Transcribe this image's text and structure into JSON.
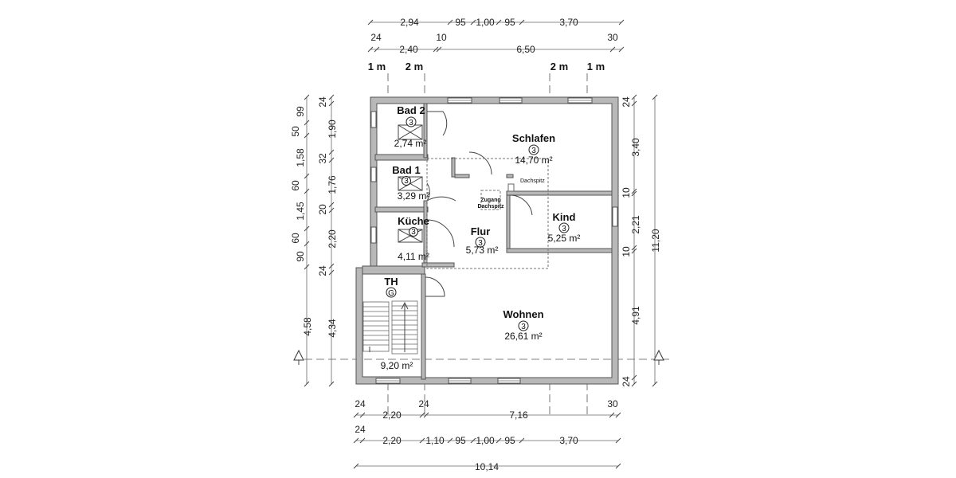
{
  "dims_top": {
    "row1": [
      "2,94",
      "95",
      "1,00",
      "95",
      "3,70"
    ],
    "row2a": [
      "24",
      "10",
      "30"
    ],
    "row2b": [
      "2,40",
      "6,50"
    ]
  },
  "dims_bottom": {
    "row1a": [
      "24",
      "24",
      "30"
    ],
    "row1b": [
      "2,20",
      "7,16"
    ],
    "row2a": [
      "24"
    ],
    "row2b": [
      "2,20",
      "1,10",
      "95",
      "1,00",
      "95",
      "3,70"
    ],
    "total": "10,14"
  },
  "dims_left": {
    "outer": [
      "99",
      "50",
      "1,58",
      "60",
      "1,45",
      "60",
      "90",
      "4,58"
    ],
    "inner": [
      "24",
      "1,90",
      "32",
      "1,76",
      "20",
      "2,20",
      "24",
      "4,34"
    ]
  },
  "dims_right": {
    "inner": [
      "24",
      "3,40",
      "10",
      "2,21",
      "10",
      "4,91",
      "24"
    ],
    "total": "11,20"
  },
  "axes": {
    "left1": "1 m",
    "left2": "2 m",
    "right1": "2 m",
    "right2": "1 m"
  },
  "rooms": [
    {
      "name": "Bad 2",
      "badge": "3",
      "area": "2,74 m²"
    },
    {
      "name": "Bad 1",
      "badge": "3",
      "area": "3,29 m²"
    },
    {
      "name": "Küche",
      "badge": "3",
      "area": "4,11 m²"
    },
    {
      "name": "Schlafen",
      "badge": "3",
      "area": "14,70 m²"
    },
    {
      "name": "Flur",
      "badge": "3",
      "area": "5,73 m²"
    },
    {
      "name": "Kind",
      "badge": "3",
      "area": "5,25 m²"
    },
    {
      "name": "Wohnen",
      "badge": "3",
      "area": "26,61 m²"
    },
    {
      "name": "TH",
      "badge": "G",
      "area": "9,20 m²"
    }
  ],
  "labels": {
    "dachspitz": "Dachspitz",
    "zugang1": "Zugang",
    "zugang2": "Dachspitz"
  }
}
